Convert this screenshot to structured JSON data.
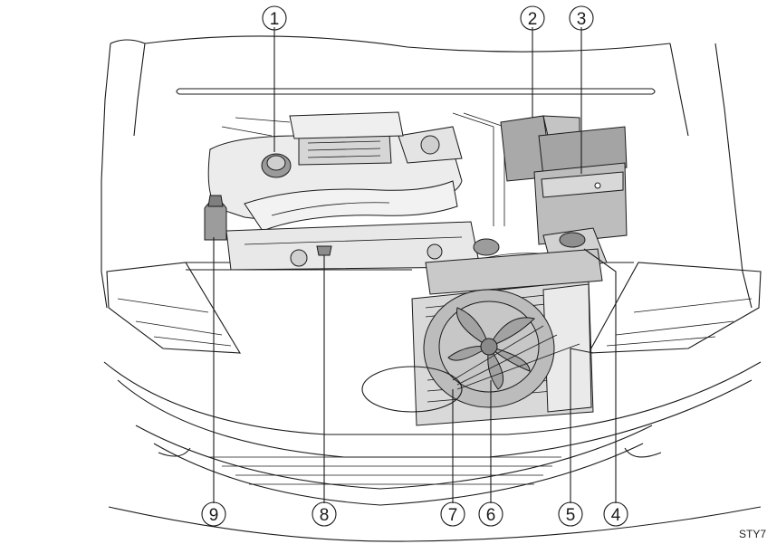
{
  "callouts": [
    {
      "id": "c1",
      "label": "1"
    },
    {
      "id": "c2",
      "label": "2"
    },
    {
      "id": "c3",
      "label": "3"
    },
    {
      "id": "c4",
      "label": "4"
    },
    {
      "id": "c5",
      "label": "5"
    },
    {
      "id": "c6",
      "label": "6"
    },
    {
      "id": "c7",
      "label": "7"
    },
    {
      "id": "c8",
      "label": "8"
    },
    {
      "id": "c9",
      "label": "9"
    }
  ],
  "reference_code": "STY7",
  "colors": {
    "line": "#1a1a1a",
    "fill_light": "#ffffff",
    "fill_mid": "#d6d6d6",
    "fill_dark": "#9a9a9a"
  }
}
